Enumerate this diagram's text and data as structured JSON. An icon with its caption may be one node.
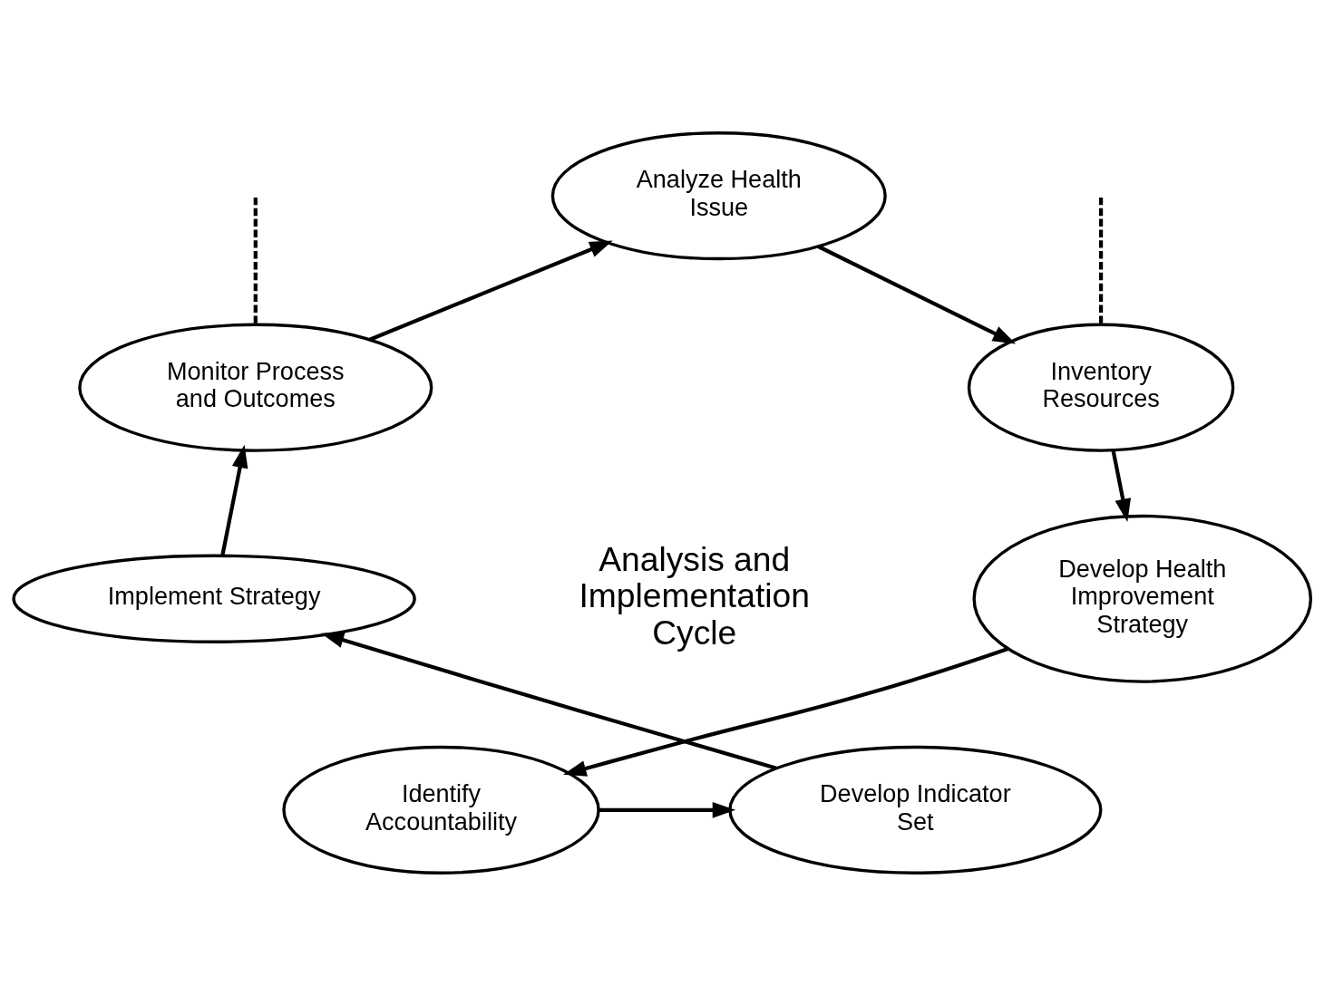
{
  "diagram": {
    "nodes": [
      {
        "text": [
          "Analyze Health Issue"
        ]
      },
      {
        "text": [
          "Inventory Resources"
        ]
      },
      {
        "text": [
          "Develop Health Improvement Strategy"
        ]
      },
      {
        "text": [
          "Identify Accountability"
        ]
      },
      {
        "text": [
          "Develop Indicator Set"
        ]
      },
      {
        "text": [
          "Implement Strategy"
        ]
      },
      {
        "text": [
          "Monitor Process and Outcomes"
        ]
      }
    ],
    "edges": [
      {
        "from": 0,
        "to": 1,
        "arrow": "to"
      },
      {
        "from": 1,
        "to": 2,
        "arrow": "to"
      },
      {
        "from": 2,
        "to": 3,
        "arrow": "to"
      },
      {
        "from": 3,
        "to": 4,
        "arrow": "to"
      },
      {
        "from": 4,
        "to": 5,
        "arrow": "to"
      },
      {
        "from": 5,
        "to": 6,
        "arrow": "to"
      },
      {
        "from": 6,
        "to": 0,
        "arrow": "to"
      },
      {
        "from": null,
        "to": 6,
        "arrow": "none",
        "style": "dashed"
      },
      {
        "from": null,
        "to": 1,
        "arrow": "none",
        "style": "dashed"
      }
    ],
    "labels": [
      "Analysis and Implementation Cycle"
    ]
  }
}
